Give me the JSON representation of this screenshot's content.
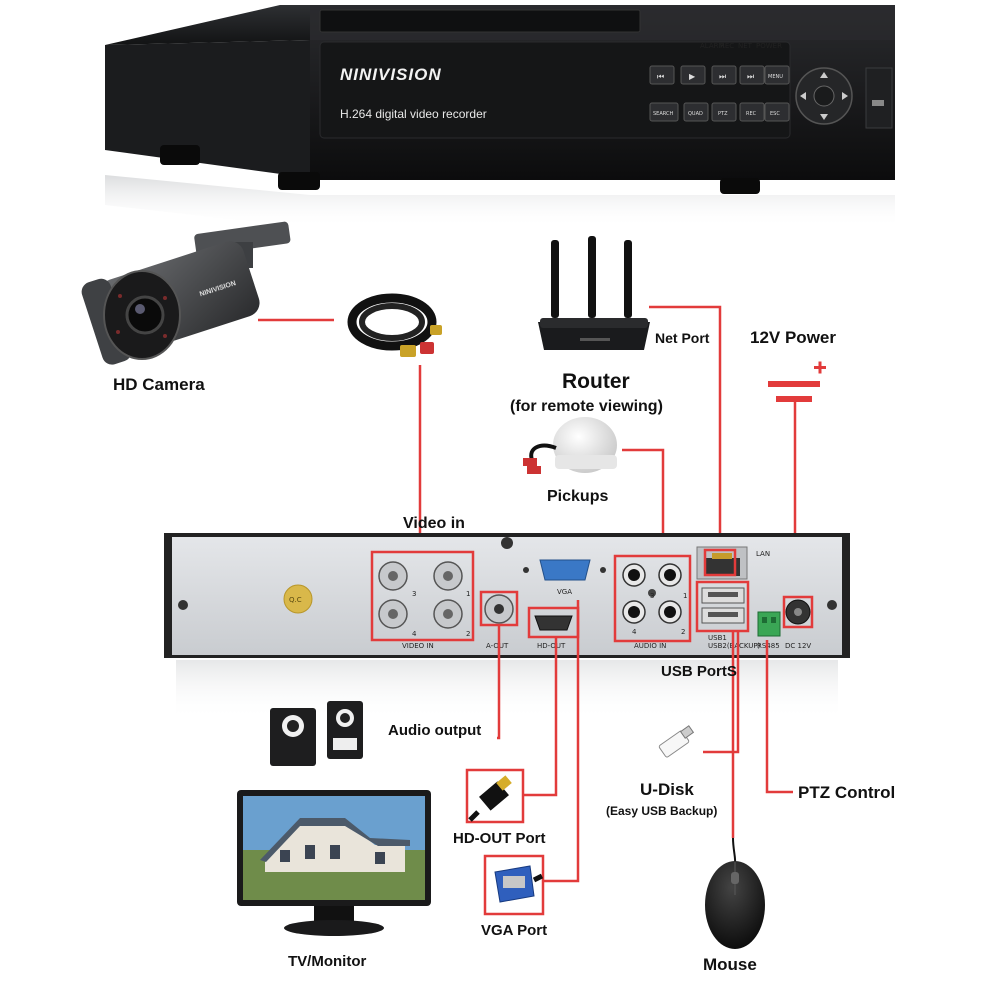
{
  "dvr": {
    "brand": "NINIVISION",
    "model_text": "H.264 digital video recorder",
    "front_buttons_row1": [
      "⏮",
      "▶",
      "⏭",
      "⏭",
      "MENU"
    ],
    "front_buttons_row2": [
      "SEARCH",
      "QUAD",
      "PTZ",
      "REC",
      "ESC"
    ],
    "front_indicators": [
      "ALARM",
      "REC",
      "NET",
      "POWER"
    ]
  },
  "labels": {
    "hd_camera": "HD Camera",
    "router": "Router",
    "router_sub": "(for remote viewing)",
    "net_port": "Net Port",
    "power": "12V Power",
    "pickups": "Pickups",
    "video_in": "Video in",
    "usb_ports": "USB PortS",
    "audio_output": "Audio output",
    "u_disk": "U-Disk",
    "u_disk_sub": "(Easy USB Backup)",
    "ptz_control": "PTZ Control",
    "hd_out_port": "HD-OUT Port",
    "vga_port": "VGA Port",
    "tv_monitor": "TV/Monitor",
    "mouse": "Mouse"
  },
  "panel": {
    "video_in": "VIDEO IN",
    "a_out": "A-OUT",
    "hd_out": "HD-OUT",
    "vga": "VGA",
    "audio_in": "AUDIO IN",
    "lan": "LAN",
    "usb1": "USB1",
    "usb2": "USB2(BACKUP)",
    "rs485": "RS485",
    "dc12v": "DC 12V",
    "qc": "Q.C",
    "port_numbers": [
      "3",
      "1",
      "4",
      "2"
    ]
  },
  "colors": {
    "connector": "#e23b3b",
    "panel": "#d8dadd",
    "dvr_body": "#1c1d1f"
  }
}
